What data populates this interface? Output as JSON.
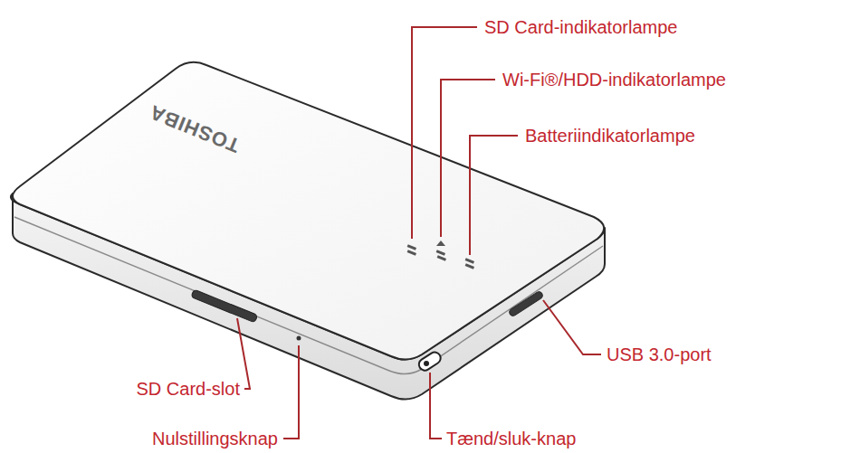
{
  "diagram": {
    "labels": [
      "TOSHIBA",
      "SD Card-indikatorlampe",
      "Wi-Fi®/HDD-indikatorlampe",
      "Batteriindikatorlampe",
      "USB 3.0-port",
      "SD Card-slot",
      "Nulstillingsknap",
      "Tænd/sluk-knap"
    ]
  }
}
